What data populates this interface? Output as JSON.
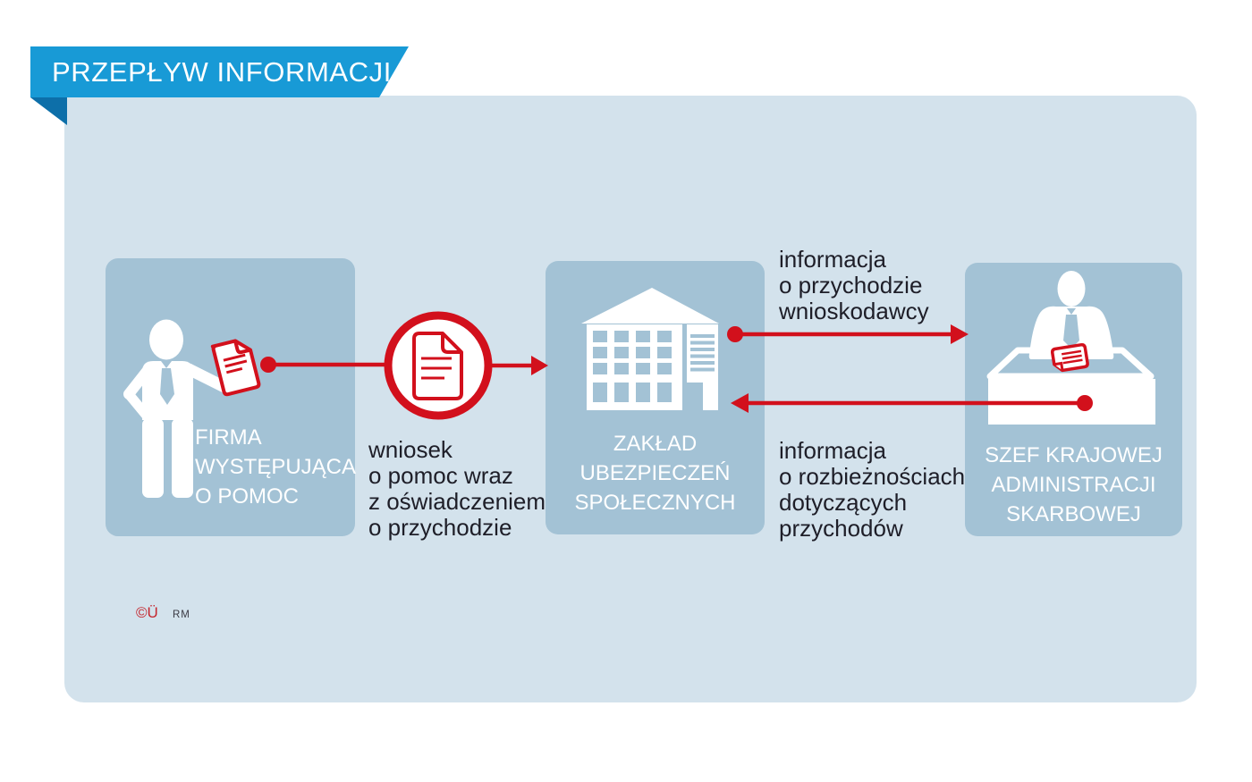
{
  "banner": {
    "title": "PRZEPŁYW INFORMACJI"
  },
  "colors": {
    "banner_blue": "#189ad6",
    "banner_fold_blue": "#0d6fa9",
    "panel_light_blue": "#d3e2ec",
    "node_blue": "#a3c2d5",
    "accent_red": "#d2101c",
    "text_dark": "#1e1e28",
    "text_white": "#ffffff"
  },
  "nodes": [
    {
      "id": "applicant",
      "icon": "person-with-document-icon",
      "lines": [
        "FIRMA",
        "WYSTĘPUJĄCA",
        "O POMOC"
      ]
    },
    {
      "id": "zus",
      "icon": "building-icon",
      "lines": [
        "ZAKŁAD",
        "UBEZPIECZEŃ",
        "SPOŁECZNYCH"
      ]
    },
    {
      "id": "kas",
      "icon": "person-at-desk-icon",
      "lines": [
        "SZEF KRAJOWEJ",
        "ADMINISTRACJI",
        "SKARBOWEJ"
      ]
    }
  ],
  "edges": [
    {
      "from": "applicant",
      "to": "zus",
      "icon": "document-badge-icon",
      "lines": [
        "wniosek",
        "o pomoc wraz",
        "z oświadczeniem",
        "o przychodzie"
      ]
    },
    {
      "from": "zus",
      "to": "kas",
      "lines": [
        "informacja",
        "o przychodzie",
        "wnioskodawcy"
      ]
    },
    {
      "from": "kas",
      "to": "zus",
      "lines": [
        "informacja",
        "o rozbieżnościach",
        "dotyczących",
        "przychodów"
      ]
    }
  ],
  "footer": {
    "copyright_mark": "©Ü",
    "initials": "RM"
  }
}
